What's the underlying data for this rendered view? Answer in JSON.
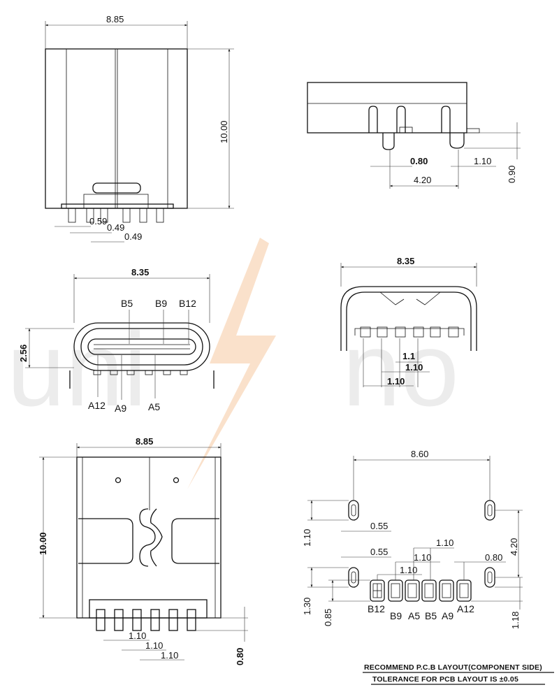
{
  "watermark": {
    "left": "uni",
    "right": "no",
    "accent_color": "#f6c9a0",
    "text_color": "#ececec"
  },
  "views": {
    "top_view": {
      "width": "8.85",
      "height": "10.00",
      "pitch_a": "0.59",
      "pitch_b": "0.49",
      "pitch_c": "0.49"
    },
    "side_view": {
      "d1": "0.80",
      "d2": "1.10",
      "d3": "4.20",
      "d4": "0.90"
    },
    "front_view": {
      "width": "8.35",
      "height": "2.56",
      "top_pins": [
        "B5",
        "B9",
        "B12"
      ],
      "bottom_pins": [
        "A12",
        "A9",
        "A5"
      ]
    },
    "rear_view": {
      "width": "8.35",
      "d1": "1.1",
      "d2": "1.10",
      "d3": "1.10"
    },
    "bottom_view": {
      "width": "8.85",
      "height": "10.00",
      "p1": "1.10",
      "p2": "1.10",
      "p3": "1.10",
      "d4": "0.80"
    },
    "pcb_layout": {
      "width": "8.60",
      "d_1_10": "1.10",
      "d_0_55_a": "0.55",
      "d_0_55_b": "0.55",
      "d_4_20": "4.20",
      "d_1_10_a": "1.10",
      "d_1_10_b": "1.10",
      "d_1_10_c": "1.10",
      "d_0_80": "0.80",
      "d_1_30": "1.30",
      "d_0_85": "0.85",
      "d_1_18": "1.18",
      "pin_labels": [
        "B12",
        "B9",
        "A5",
        "B5",
        "A9",
        "A12"
      ]
    }
  },
  "notes": {
    "line1": "RECOMMEND P.C.B LAYOUT(COMPONENT SIDE)",
    "line2": "TOLERANCE FOR PCB LAYOUT IS ±0.05"
  }
}
